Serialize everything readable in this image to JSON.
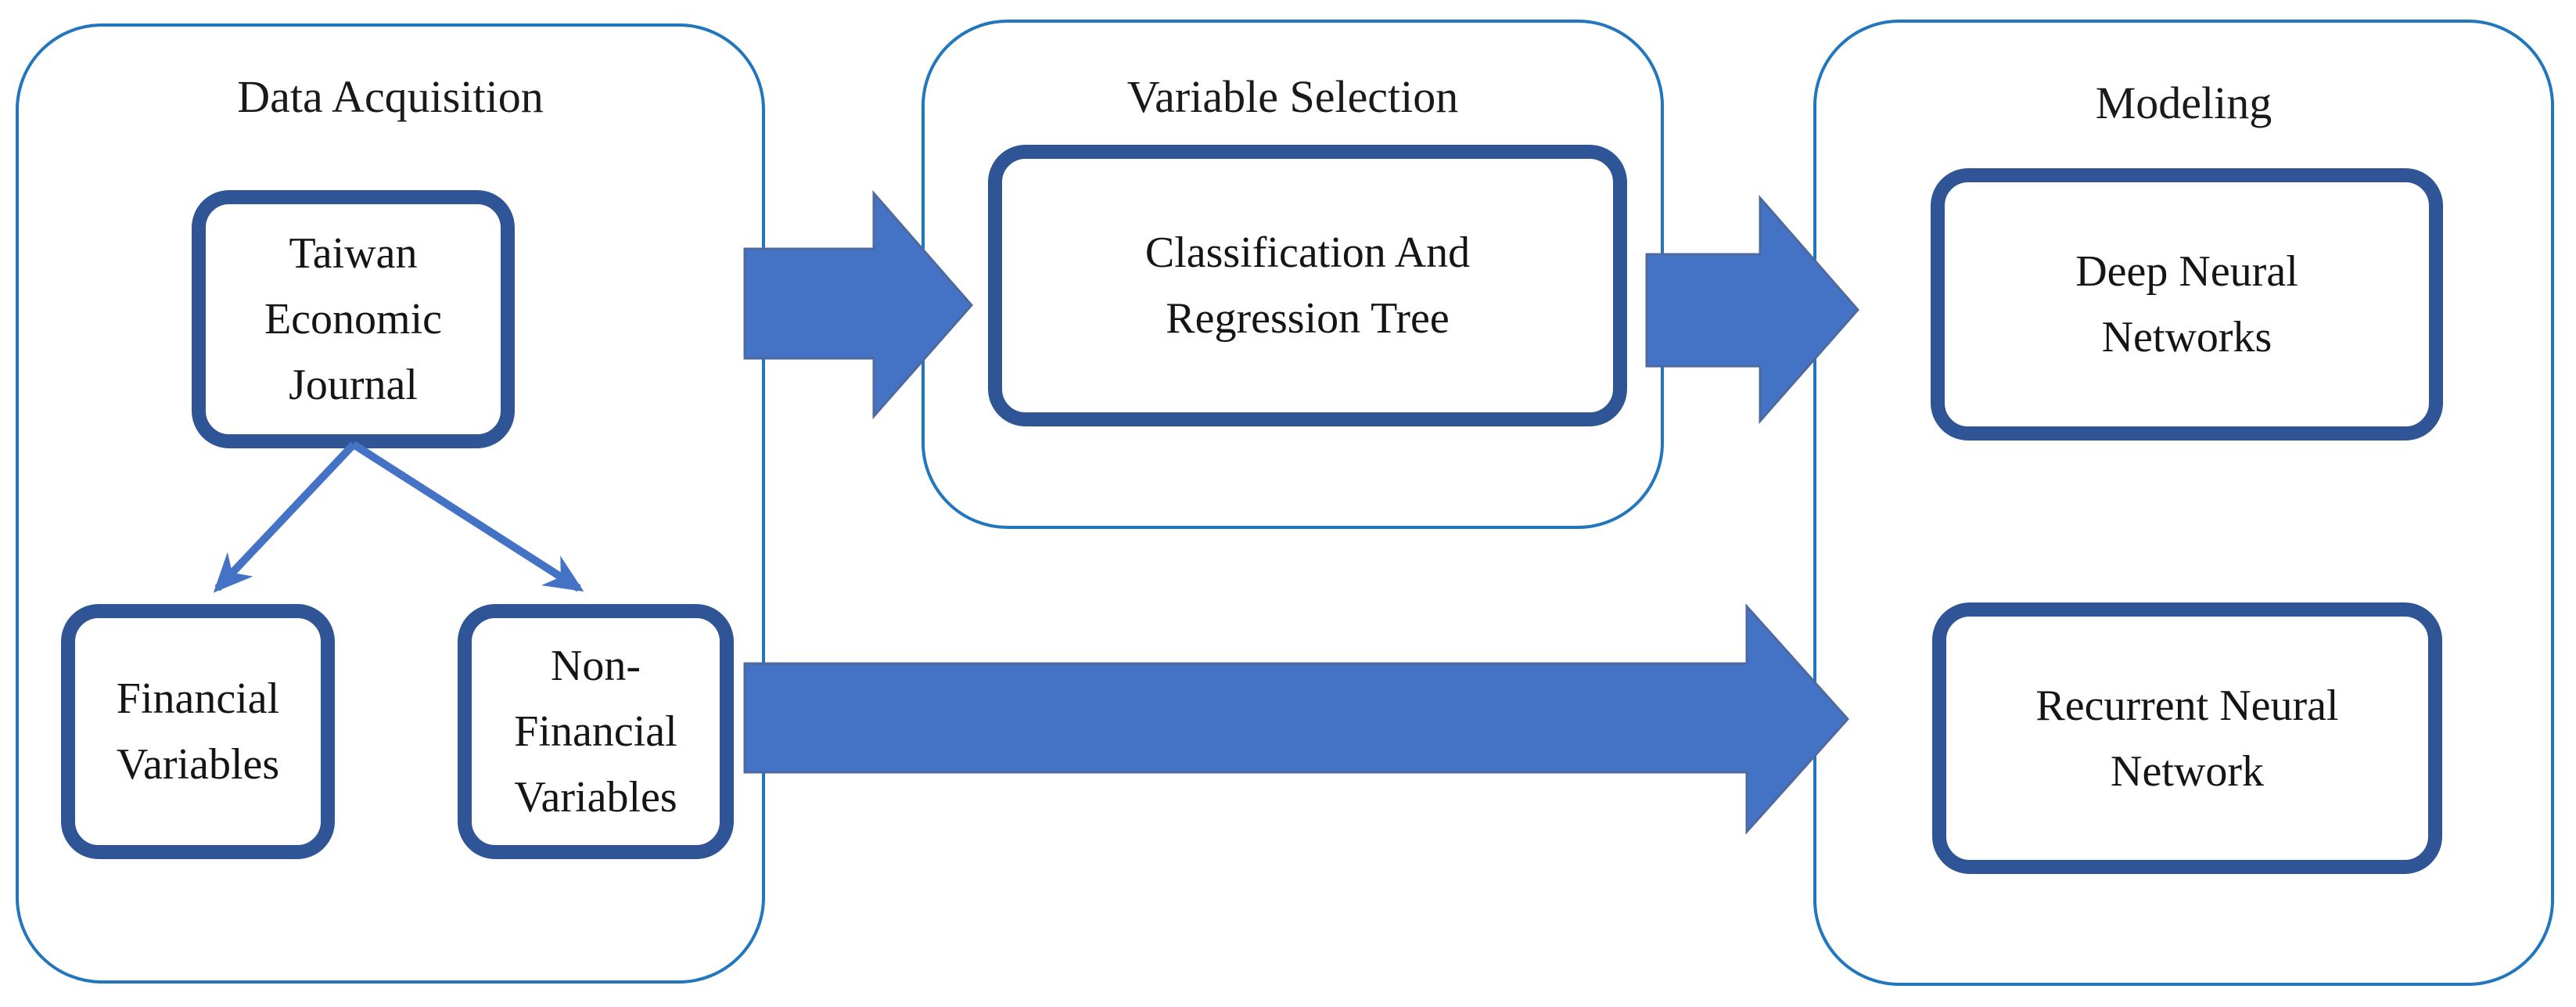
{
  "diagram": {
    "type": "process-flow",
    "colors": {
      "panel_border": "#2176bd",
      "box_border": "#2f5597",
      "block_arrow_fill": "#4472c4",
      "block_arrow_stroke": "#4e699f",
      "connector_arrow": "#4472c4",
      "text": "#1a1a1a",
      "background": "#ffffff"
    },
    "panels": {
      "data_acquisition": {
        "title": "Data Acquisition"
      },
      "variable_selection": {
        "title": "Variable Selection"
      },
      "modeling": {
        "title": "Modeling"
      }
    },
    "boxes": {
      "taiwan_economic_journal": {
        "text": "Taiwan\nEconomic\nJournal"
      },
      "financial_variables": {
        "text": "Financial\nVariables"
      },
      "non_financial_variables": {
        "text": "Non-\nFinancial\nVariables"
      },
      "classification_and_regression_tree": {
        "text": "Classification And\nRegression Tree"
      },
      "deep_neural_networks": {
        "text": "Deep Neural\nNetworks"
      },
      "recurrent_neural_network": {
        "text": "Recurrent Neural\nNetwork"
      }
    },
    "arrows": {
      "data_acquisition_to_variable_selection": "block-arrow-right",
      "variable_selection_to_modeling": "block-arrow-right",
      "variables_to_recurrent_neural_network": "block-arrow-right-long",
      "journal_to_financial_variables": "thin-arrow-down-left",
      "journal_to_non_financial_variables": "thin-arrow-down-right"
    }
  }
}
